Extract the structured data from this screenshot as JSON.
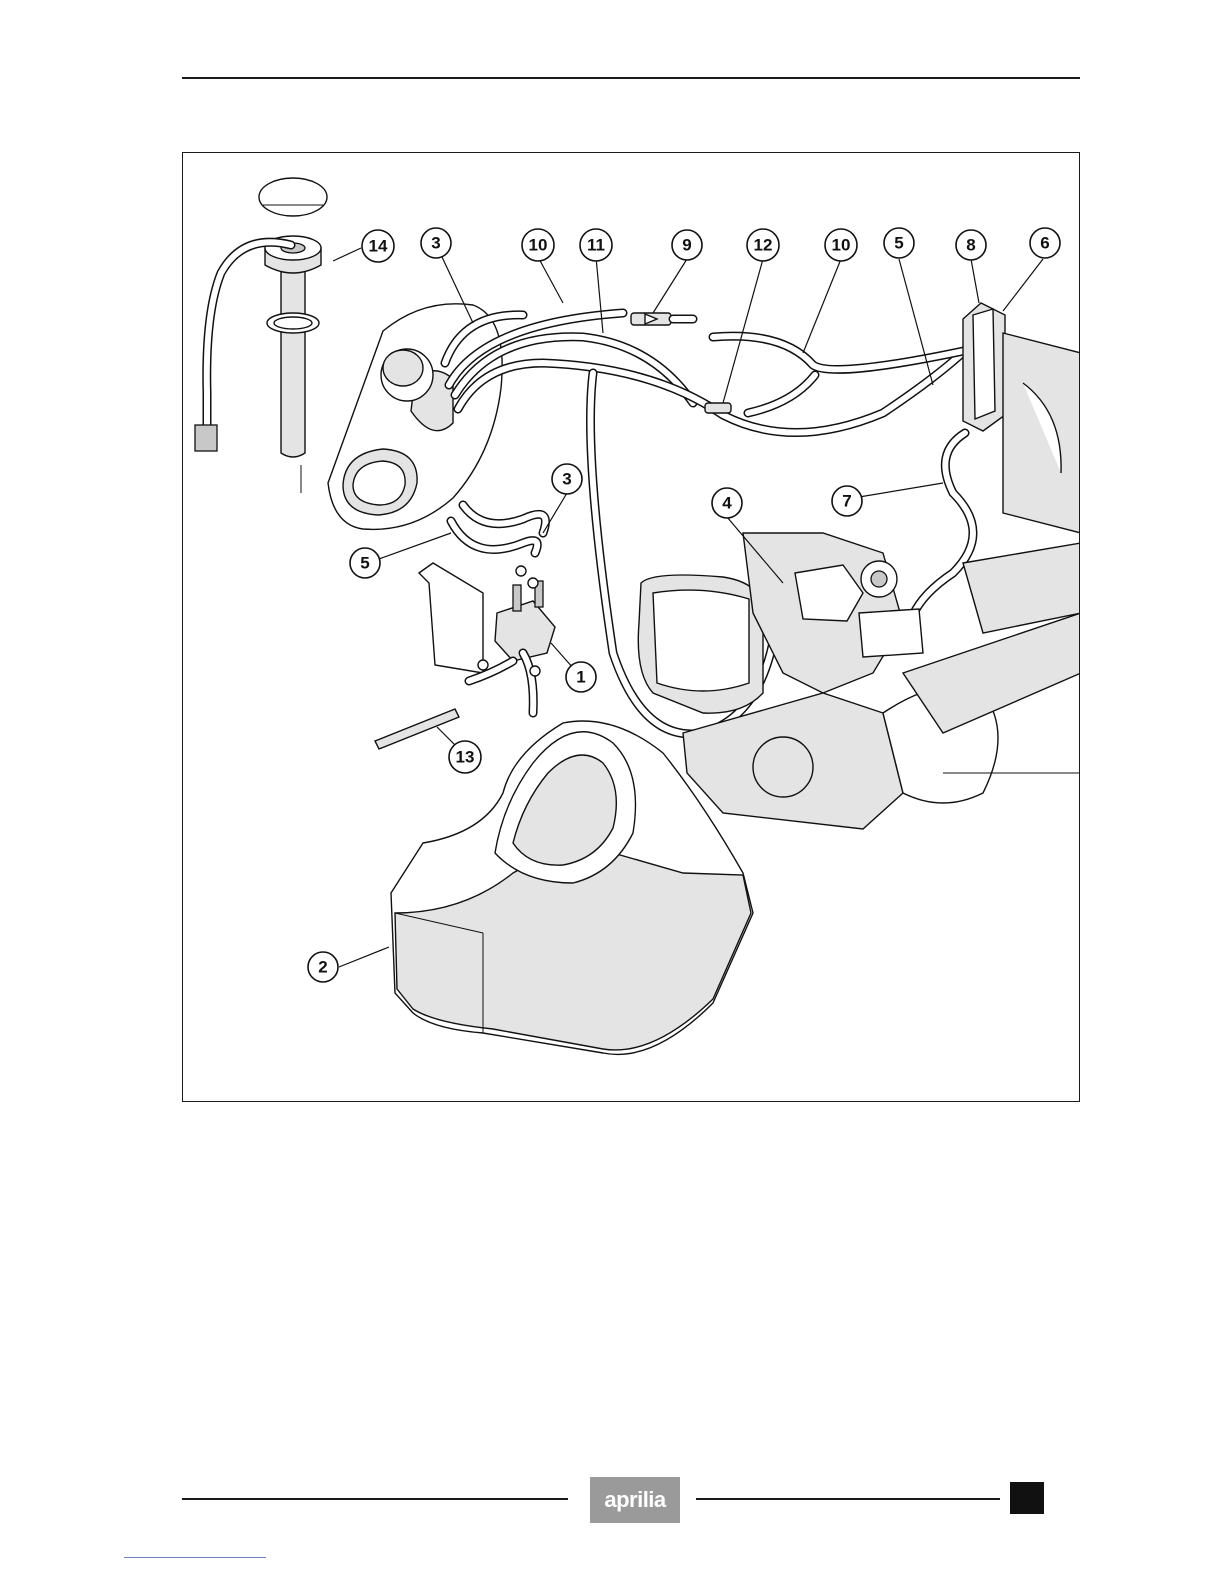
{
  "figure": {
    "description_alt": "",
    "callouts": [
      {
        "id": "c14",
        "label": "14"
      },
      {
        "id": "c3a",
        "label": "3"
      },
      {
        "id": "c10a",
        "label": "10"
      },
      {
        "id": "c11",
        "label": "11"
      },
      {
        "id": "c9",
        "label": "9"
      },
      {
        "id": "c12",
        "label": "12"
      },
      {
        "id": "c10b",
        "label": "10"
      },
      {
        "id": "c5a",
        "label": "5"
      },
      {
        "id": "c8",
        "label": "8"
      },
      {
        "id": "c6",
        "label": "6"
      },
      {
        "id": "c3b",
        "label": "3"
      },
      {
        "id": "c4",
        "label": "4"
      },
      {
        "id": "c7",
        "label": "7"
      },
      {
        "id": "c5b",
        "label": "5"
      },
      {
        "id": "c1",
        "label": "1"
      },
      {
        "id": "c13",
        "label": "13"
      },
      {
        "id": "c2",
        "label": "2"
      }
    ]
  },
  "footer": {
    "logo_text": "aprilia",
    "logo_color": "#9a9a9a",
    "marker_color": "#111111"
  }
}
